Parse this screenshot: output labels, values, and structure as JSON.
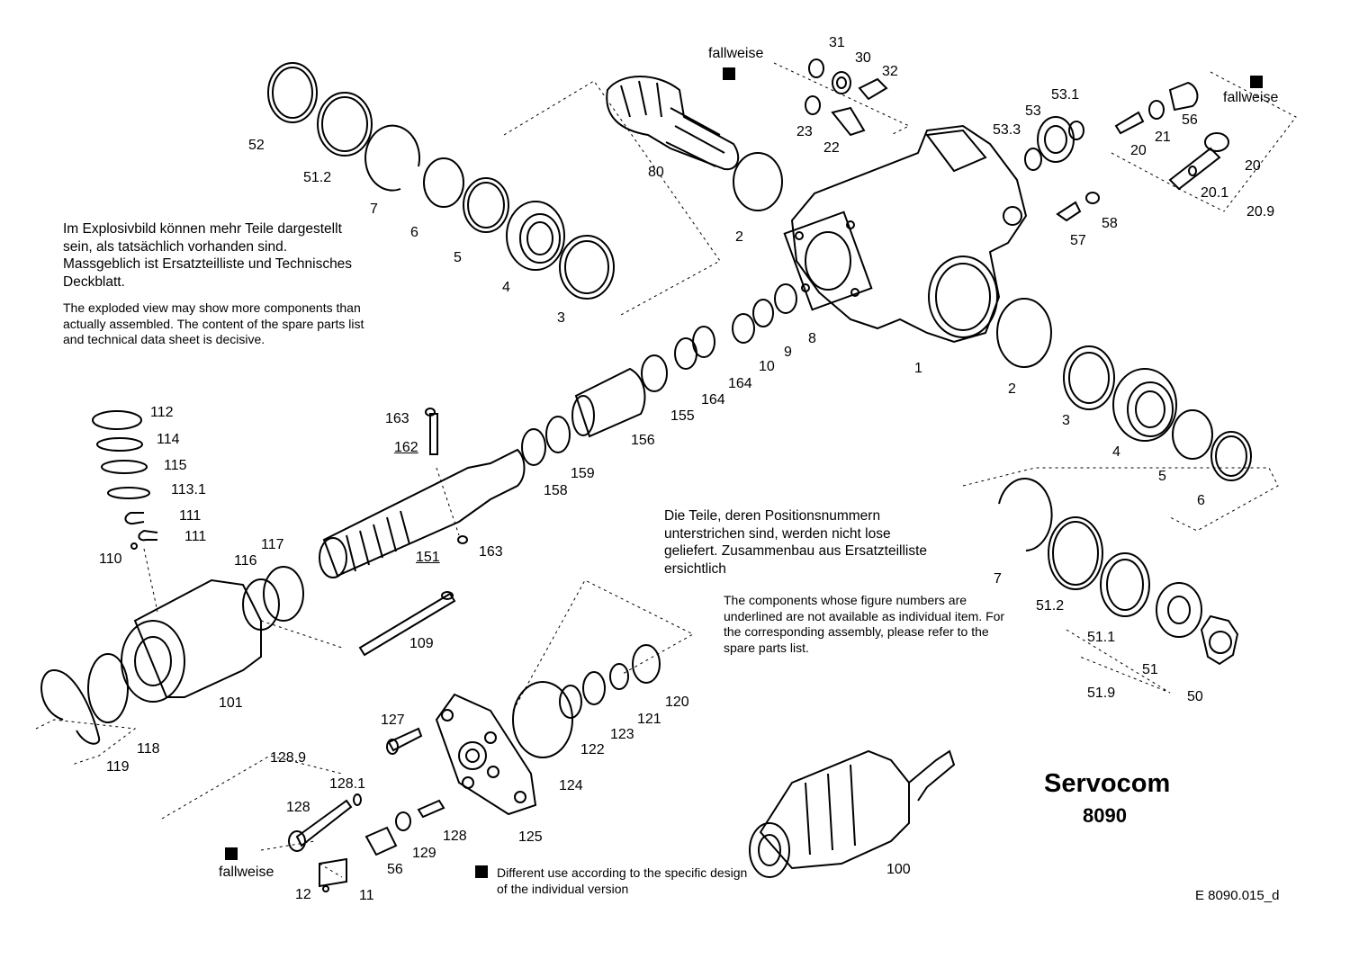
{
  "notes": {
    "de_top": "Im Explosivbild können mehr Teile dargestellt sein, als tatsächlich vorhanden sind. Massgeblich ist Ersatzteilliste und Technisches Deckblatt.",
    "en_top": "The exploded view may show more components than actually assembled. The content of the spare parts list and technical data sheet is decisive.",
    "de_mid": "Die Teile, deren Positionsnummern unterstrichen sind, werden nicht lose geliefert. Zusammenbau aus Ersatzteilliste ersichtlich",
    "en_mid": "The components whose figure numbers are underlined are not available as individual item. For the corresponding assembly, please refer to the spare parts list.",
    "legend": "Different use according to the specific design of the individual version"
  },
  "fallweise": "fallweise",
  "title": "Servocom",
  "model": "8090",
  "doc_number": "E 8090.015_d",
  "labels": {
    "l52": "52",
    "l51_2a": "51.2",
    "l7a": "7",
    "l6a": "6",
    "l5a": "5",
    "l4a": "4",
    "l3a": "3",
    "l80": "80",
    "l2a": "2",
    "l31": "31",
    "l30": "30",
    "l32": "32",
    "l23": "23",
    "l22": "22",
    "l53_1": "53.1",
    "l53": "53",
    "l53_3": "53.3",
    "l20a": "20",
    "l21": "21",
    "l56a": "56",
    "l20b": "20",
    "l20_1": "20.1",
    "l20_9": "20.9",
    "l58": "58",
    "l57": "57",
    "l8": "8",
    "l9": "9",
    "l10": "10",
    "l164a": "164",
    "l164b": "164",
    "l155": "155",
    "l156": "156",
    "l1": "1",
    "l2b": "2",
    "l3b": "3",
    "l4b": "4",
    "l5b": "5",
    "l6b": "6",
    "l159": "159",
    "l158": "158",
    "l163a": "163",
    "l162": "162",
    "l163b": "163",
    "l151": "151",
    "l112": "112",
    "l114": "114",
    "l115": "115",
    "l113_1": "113.1",
    "l111a": "111",
    "l111b": "111",
    "l110": "110",
    "l116": "116",
    "l117": "117",
    "l109": "109",
    "l101": "101",
    "l119": "119",
    "l118": "118",
    "l7b": "7",
    "l51_2b": "51.2",
    "l51_1": "51.1",
    "l51": "51",
    "l51_9": "51.9",
    "l50": "50",
    "l127": "127",
    "l128_9": "128.9",
    "l128_1": "128.1",
    "l128a": "128",
    "l128b": "128",
    "l129": "129",
    "l56b": "56",
    "l12": "12",
    "l11": "11",
    "l122": "122",
    "l123": "123",
    "l121": "121",
    "l120": "120",
    "l124": "124",
    "l125": "125",
    "l100": "100"
  }
}
